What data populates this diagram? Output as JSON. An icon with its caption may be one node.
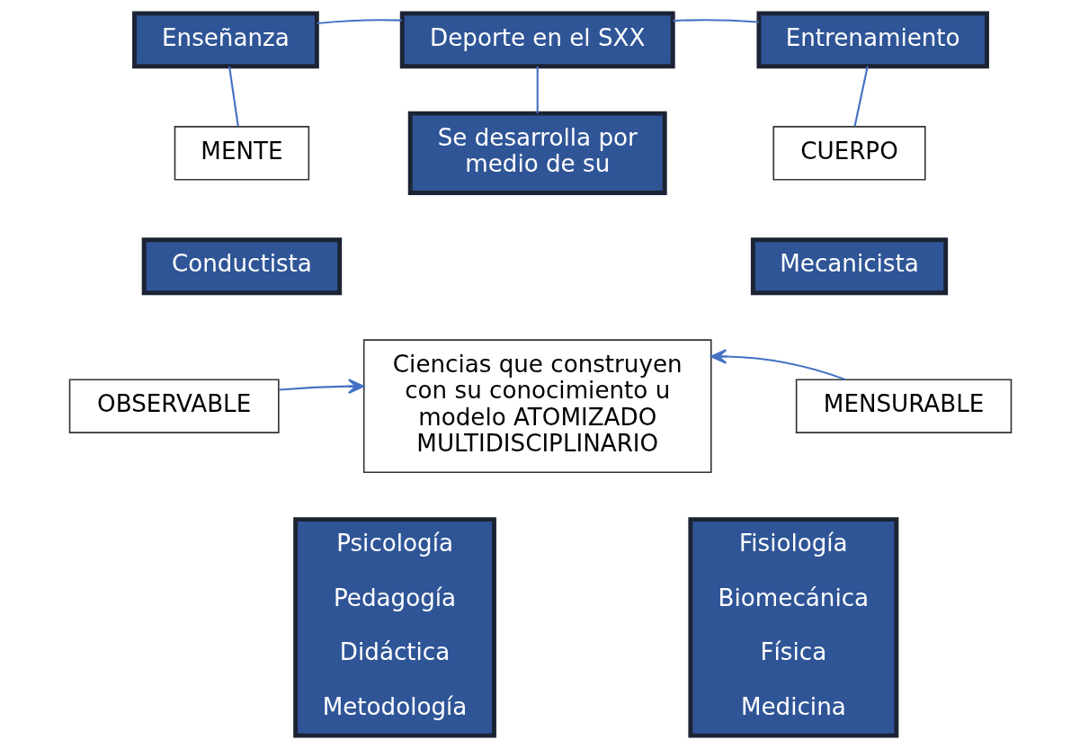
{
  "diagram": {
    "nodes": [
      {
        "text": [
          "Deporte en el SXX"
        ]
      },
      {
        "text": [
          "Enseñanza"
        ]
      },
      {
        "text": [
          "Entrenamiento"
        ]
      },
      {
        "text": [
          "MENTE"
        ]
      },
      {
        "text": [
          "Se desarrolla por medio de su"
        ]
      },
      {
        "text": [
          "CUERPO"
        ]
      },
      {
        "text": [
          "Conductista"
        ]
      },
      {
        "text": [
          "Mecanicista"
        ]
      },
      {
        "text": [
          "OBSERVABLE"
        ]
      },
      {
        "text": [
          "Ciencias que construyen con su conocimiento u modelo ATOMIZADO MULTIDISCIPLINARIO"
        ]
      },
      {
        "text": [
          "MENSURABLE"
        ]
      },
      {
        "text": [
          "Psicología",
          "Pedagogía",
          "Didáctica",
          "Metodología"
        ]
      },
      {
        "text": [
          "Fisiología",
          "Biomecánica",
          "Física",
          "Medicina"
        ]
      }
    ],
    "edges": [
      {
        "from": 0,
        "to": 1,
        "arrow": "none"
      },
      {
        "from": 0,
        "to": 2,
        "arrow": "none"
      },
      {
        "from": 1,
        "to": 3,
        "arrow": "none"
      },
      {
        "from": 0,
        "to": 4,
        "arrow": "none"
      },
      {
        "from": 2,
        "to": 5,
        "arrow": "none"
      },
      {
        "from": 8,
        "to": 9,
        "arrow": "to"
      },
      {
        "from": 10,
        "to": 9,
        "arrow": "to"
      }
    ]
  }
}
